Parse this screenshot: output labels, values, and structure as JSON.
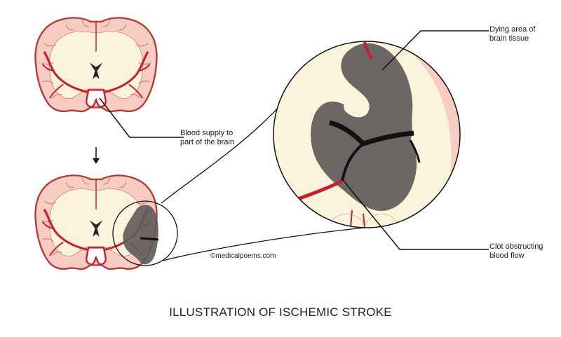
{
  "title": "ILLUSTRATION OF ISCHEMIC STROKE",
  "labels": {
    "blood_supply": "Blood supply to\npart of the brain",
    "dying_area": "Dying area of\nbrain tissue",
    "clot": "Clot obstructing\nblood flow"
  },
  "copyright": "©medicalpoems.com",
  "colors": {
    "brain_fill": "#f7cdc3",
    "brain_outline": "#b5372f",
    "vessel": "#c8202a",
    "inner": "#fbf3dc",
    "dead_tissue": "#5f5a5a",
    "line": "#111111"
  }
}
